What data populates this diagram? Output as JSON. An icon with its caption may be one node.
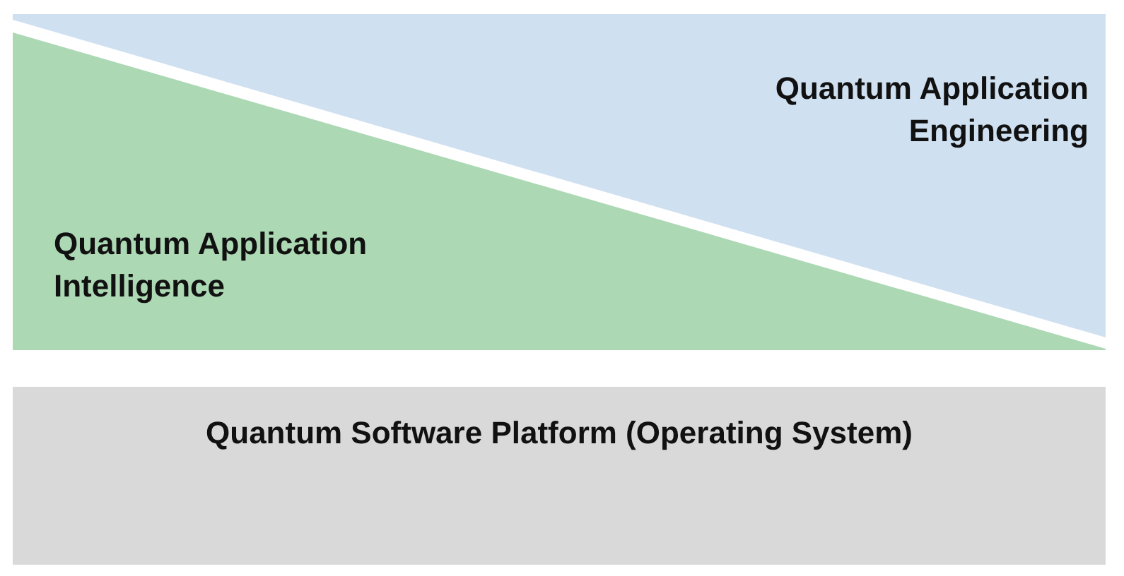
{
  "diagram": {
    "nodes": [
      {
        "text": [
          "Quantum Application Engineering"
        ]
      },
      {
        "text": [
          "Quantum Application Intelligence"
        ]
      },
      {
        "text": [
          "Quantum Software Platform (Operating System)"
        ]
      }
    ]
  }
}
